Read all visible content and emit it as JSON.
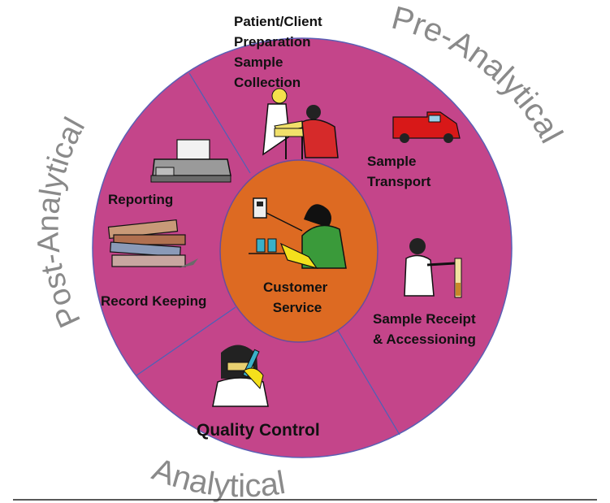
{
  "center": {
    "line1": "Customer",
    "line2": "Service"
  },
  "segments": {
    "collection": [
      "Patient/Client",
      "Preparation",
      "Sample",
      "Collection"
    ],
    "transport": [
      "Sample",
      "Transport"
    ],
    "receipt": [
      "Sample Receipt",
      "& Accessioning"
    ],
    "quality_control": "Quality Control",
    "reporting": "Reporting",
    "record_keeping": "Record Keeping"
  },
  "phases": {
    "pre": "Pre-Analytical",
    "analytical": "Analytical",
    "post": "Post-Analytical"
  },
  "colors": {
    "ring_fill": "#c4458a",
    "ring_stroke": "#5b5fb5",
    "center_fill": "#dd6a22",
    "divider": "#4a62b8",
    "phase_text": "#8a8a8a"
  },
  "icons": {
    "collection": "nurse-patient-icon",
    "transport": "van-icon",
    "receipt": "lab-technician-icon",
    "quality_control": "scientist-test-tubes-icon",
    "reporting": "fax-machine-icon",
    "record_keeping": "book-stack-icon",
    "center": "phone-operator-icon"
  }
}
